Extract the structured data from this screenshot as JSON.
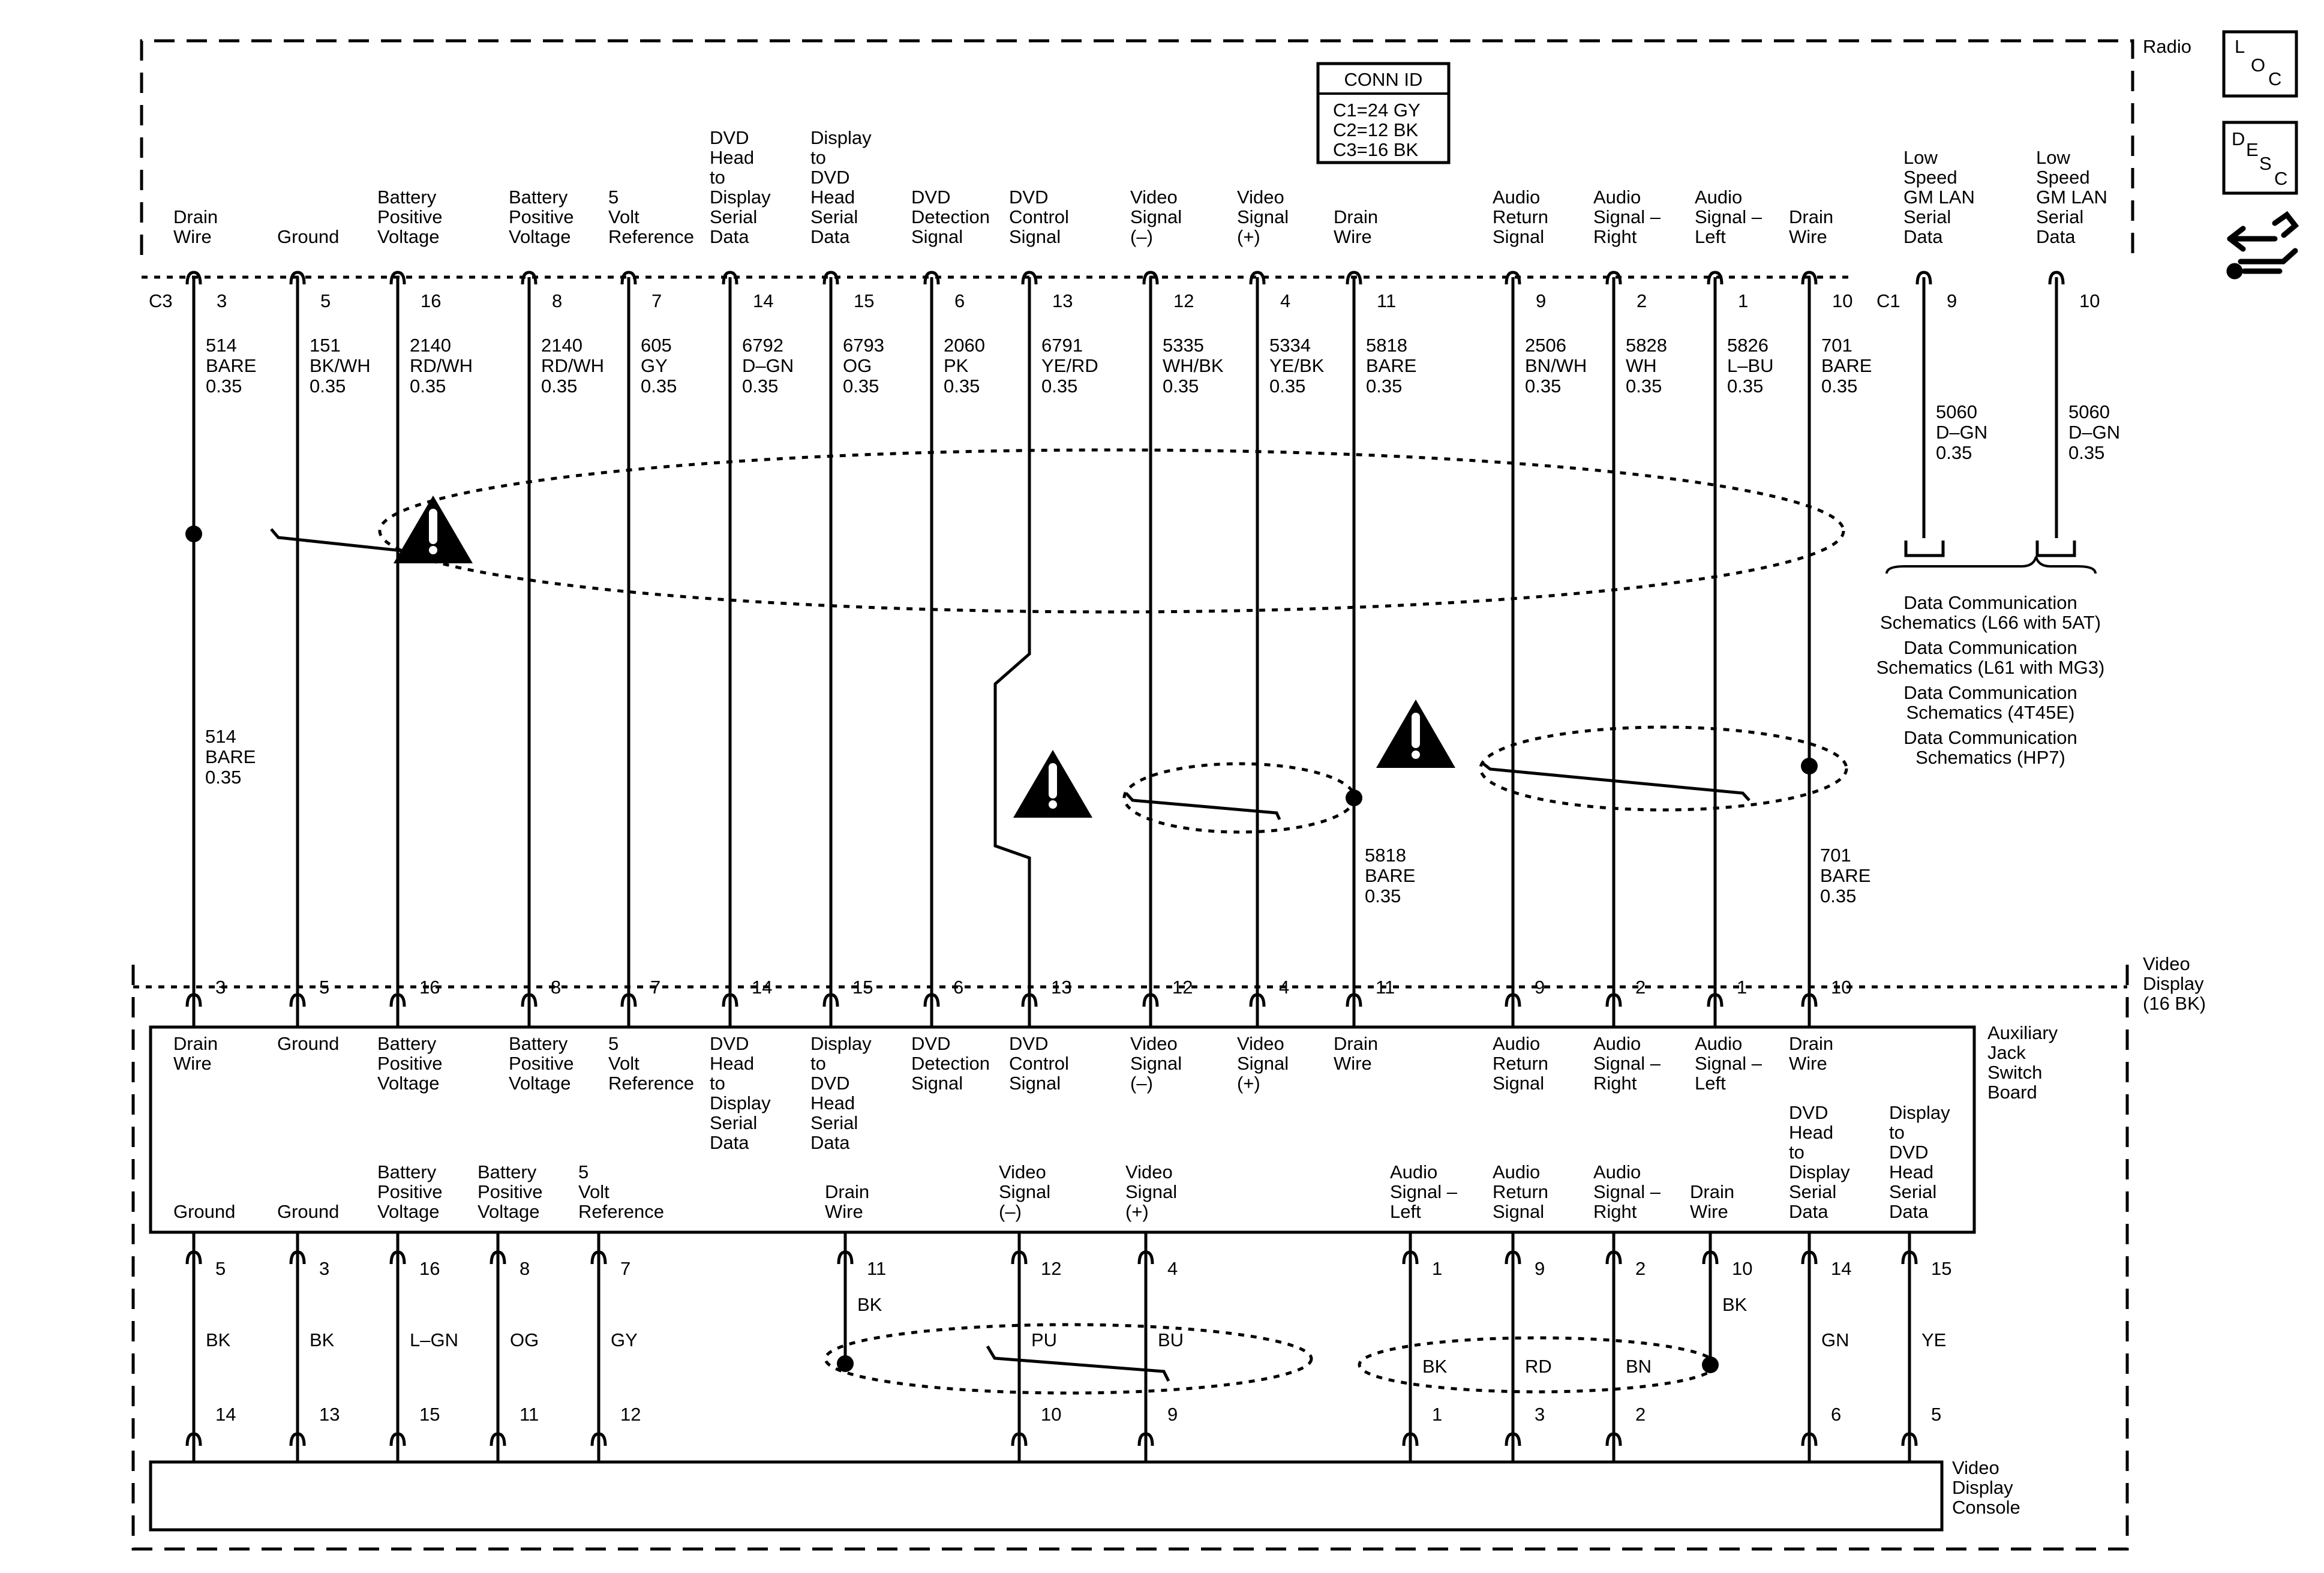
{
  "radio": {
    "name": "Radio",
    "conn_id_title": "CONN ID",
    "conn_id_lines": [
      "C1=24 GY",
      "C2=12 BK",
      "C3=16 BK"
    ],
    "c3_label": "C3",
    "c1_label": "C1",
    "pins": [
      {
        "key": "p3",
        "label": [
          "Drain",
          "Wire"
        ],
        "pin": "3",
        "wire": [
          "514",
          "BARE",
          "0.35"
        ]
      },
      {
        "key": "p5",
        "label": [
          "Ground"
        ],
        "pin": "5",
        "wire": [
          "151",
          "BK/WH",
          "0.35"
        ]
      },
      {
        "key": "p16",
        "label": [
          "Battery",
          "Positive",
          "Voltage"
        ],
        "pin": "16",
        "wire": [
          "2140",
          "RD/WH",
          "0.35"
        ]
      },
      {
        "key": "p8",
        "label": [
          "Battery",
          "Positive",
          "Voltage"
        ],
        "pin": "8",
        "wire": [
          "2140",
          "RD/WH",
          "0.35"
        ]
      },
      {
        "key": "p7",
        "label": [
          "5",
          "Volt",
          "Reference"
        ],
        "pin": "7",
        "wire": [
          "605",
          "GY",
          "0.35"
        ]
      },
      {
        "key": "p14",
        "label": [
          "DVD",
          "Head",
          "to",
          "Display",
          "Serial",
          "Data"
        ],
        "pin": "14",
        "wire": [
          "6792",
          "D–GN",
          "0.35"
        ]
      },
      {
        "key": "p15",
        "label": [
          "Display",
          "to",
          "DVD",
          "Head",
          "Serial",
          "Data"
        ],
        "pin": "15",
        "wire": [
          "6793",
          "OG",
          "0.35"
        ]
      },
      {
        "key": "p6",
        "label": [
          "DVD",
          "Detection",
          "Signal"
        ],
        "pin": "6",
        "wire": [
          "2060",
          "PK",
          "0.35"
        ]
      },
      {
        "key": "p13",
        "label": [
          "DVD",
          "Control",
          "Signal"
        ],
        "pin": "13",
        "wire": [
          "6791",
          "YE/RD",
          "0.35"
        ]
      },
      {
        "key": "p12",
        "label": [
          "Video",
          "Signal",
          "(–)"
        ],
        "pin": "12",
        "wire": [
          "5335",
          "WH/BK",
          "0.35"
        ]
      },
      {
        "key": "p4",
        "label": [
          "Video",
          "Signal",
          "(+)"
        ],
        "pin": "4",
        "wire": [
          "5334",
          "YE/BK",
          "0.35"
        ]
      },
      {
        "key": "p11",
        "label": [
          "Drain",
          "Wire"
        ],
        "pin": "11",
        "wire": [
          "5818",
          "BARE",
          "0.35"
        ]
      },
      {
        "key": "p9",
        "label": [
          "Audio",
          "Return",
          "Signal"
        ],
        "pin": "9",
        "wire": [
          "2506",
          "BN/WH",
          "0.35"
        ]
      },
      {
        "key": "p2",
        "label": [
          "Audio",
          "Signal –",
          "Right"
        ],
        "pin": "2",
        "wire": [
          "5828",
          "WH",
          "0.35"
        ]
      },
      {
        "key": "p1",
        "label": [
          "Audio",
          "Signal –",
          "Left"
        ],
        "pin": "1",
        "wire": [
          "5826",
          "L–BU",
          "0.35"
        ]
      },
      {
        "key": "p10",
        "label": [
          "Drain",
          "Wire"
        ],
        "pin": "10",
        "wire": [
          "701",
          "BARE",
          "0.35"
        ]
      },
      {
        "key": "c1p9",
        "label": [
          "Low",
          "Speed",
          "GM LAN",
          "Serial",
          "Data"
        ],
        "pin": "9",
        "wire": [
          "5060",
          "D–GN",
          "0.35"
        ]
      },
      {
        "key": "c1p10",
        "label": [
          "Low",
          "Speed",
          "GM LAN",
          "Serial",
          "Data"
        ],
        "pin": "10",
        "wire": [
          "5060",
          "D–GN",
          "0.35"
        ]
      }
    ],
    "mid_labels": {
      "drain3": [
        "514",
        "BARE",
        "0.35"
      ],
      "drain11": [
        "5818",
        "BARE",
        "0.35"
      ],
      "drain10": [
        "701",
        "BARE",
        "0.35"
      ]
    },
    "data_comm_refs": [
      [
        "Data Communication",
        "Schematics (L66 with 5AT)"
      ],
      [
        "Data Communication",
        "Schematics (L61 with MG3)"
      ],
      [
        "Data Communication",
        "Schematics (4T45E)"
      ],
      [
        "Data Communication",
        "Schematics (HP7)"
      ]
    ]
  },
  "video_display": {
    "name": [
      "Video",
      "Display",
      "(16 BK)"
    ],
    "top_pins": [
      "3",
      "5",
      "16",
      "8",
      "7",
      "14",
      "15",
      "6",
      "13",
      "12",
      "4",
      "11",
      "9",
      "2",
      "1",
      "10"
    ],
    "board_name": [
      "Auxiliary",
      "Jack",
      "Switch",
      "Board"
    ],
    "board_top_labels": [
      [
        "Drain",
        "Wire"
      ],
      [
        "Ground"
      ],
      [
        "Battery",
        "Positive",
        "Voltage"
      ],
      [
        "Battery",
        "Positive",
        "Voltage"
      ],
      [
        "5",
        "Volt",
        "Reference"
      ],
      [
        "DVD",
        "Head",
        "to",
        "Display",
        "Serial",
        "Data"
      ],
      [
        "Display",
        "to",
        "DVD",
        "Head",
        "Serial",
        "Data"
      ],
      [
        "DVD",
        "Detection",
        "Signal"
      ],
      [
        "DVD",
        "Control",
        "Signal"
      ],
      [
        "Video",
        "Signal",
        "(–)"
      ],
      [
        "Video",
        "Signal",
        "(+)"
      ],
      [
        "Drain",
        "Wire"
      ],
      [
        "Audio",
        "Return",
        "Signal"
      ],
      [
        "Audio",
        "Signal –",
        "Right"
      ],
      [
        "Audio",
        "Signal –",
        "Left"
      ],
      [
        "Drain",
        "Wire"
      ]
    ],
    "board_bottom_labels": [
      [
        "Ground"
      ],
      [
        "Ground"
      ],
      [
        "Battery",
        "Positive",
        "Voltage"
      ],
      [
        "Battery",
        "Positive",
        "Voltage"
      ],
      [
        "5",
        "Volt",
        "Reference"
      ],
      [
        "Drain",
        "Wire"
      ],
      [
        "Video",
        "Signal",
        "(–)"
      ],
      [
        "Video",
        "Signal",
        "(+)"
      ],
      [
        "Audio",
        "Signal –",
        "Left"
      ],
      [
        "Audio",
        "Return",
        "Signal"
      ],
      [
        "Audio",
        "Signal –",
        "Right"
      ],
      [
        "Drain",
        "Wire"
      ],
      [
        "DVD",
        "Head",
        "to",
        "Display",
        "Serial",
        "Data"
      ],
      [
        "Display",
        "to",
        "DVD",
        "Head",
        "Serial",
        "Data"
      ]
    ],
    "lower_wires": [
      {
        "top_pin": "5",
        "color": "BK",
        "bottom_pin": "14"
      },
      {
        "top_pin": "3",
        "color": "BK",
        "bottom_pin": "13"
      },
      {
        "top_pin": "16",
        "color": "L–GN",
        "bottom_pin": "15"
      },
      {
        "top_pin": "8",
        "color": "OG",
        "bottom_pin": "11"
      },
      {
        "top_pin": "7",
        "color": "GY",
        "bottom_pin": "12"
      },
      {
        "top_pin": "11",
        "color": "BK",
        "bottom_pin": ""
      },
      {
        "top_pin": "12",
        "color": "PU",
        "bottom_pin": "10"
      },
      {
        "top_pin": "4",
        "color": "BU",
        "bottom_pin": "9"
      },
      {
        "top_pin": "1",
        "color": "BK",
        "bottom_pin": "1"
      },
      {
        "top_pin": "9",
        "color": "RD",
        "bottom_pin": "3"
      },
      {
        "top_pin": "2",
        "color": "BN",
        "bottom_pin": "2"
      },
      {
        "top_pin": "10",
        "color": "BK",
        "bottom_pin": ""
      },
      {
        "top_pin": "14",
        "color": "GN",
        "bottom_pin": "6"
      },
      {
        "top_pin": "15",
        "color": "YE",
        "bottom_pin": "5"
      }
    ],
    "console_name": [
      "Video",
      "Display",
      "Console"
    ]
  },
  "icons": {
    "loc": [
      "L",
      "O",
      "C"
    ],
    "desc": [
      "D",
      "E",
      "S",
      "C"
    ],
    "icon_names": [
      "loc-icon",
      "desc-icon",
      "hand-tool-icon",
      "caution-icon"
    ]
  }
}
